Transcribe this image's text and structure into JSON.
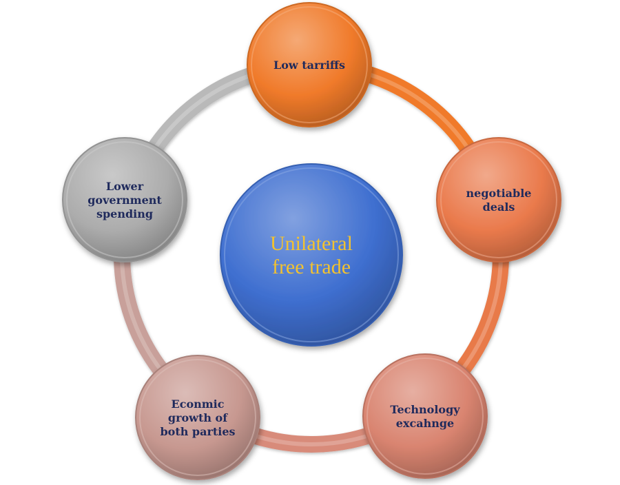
{
  "center": {
    "lines": [
      "Unilateral",
      "free trade"
    ],
    "color": "#3f6fd0"
  },
  "nodes": [
    {
      "id": "low-tariffs",
      "lines": [
        "Low tarriffs"
      ],
      "color": "#f07a2a"
    },
    {
      "id": "negotiable-deals",
      "lines": [
        "negotiable",
        "deals"
      ],
      "color": "#ea7a4c"
    },
    {
      "id": "technology-exchange",
      "lines": [
        "Technology",
        "excahnge"
      ],
      "color": "#d98470"
    },
    {
      "id": "economic-growth",
      "lines": [
        "Econmic",
        "growth of",
        "both parties"
      ],
      "color": "#c79890"
    },
    {
      "id": "lower-government-spending",
      "lines": [
        "Lower",
        "government",
        "spending"
      ],
      "color": "#acacac"
    }
  ],
  "ring_segment_colors": [
    "#f07a2a",
    "#e87a4a",
    "#d88b7a",
    "#c8a09a",
    "#b9b9b9"
  ]
}
